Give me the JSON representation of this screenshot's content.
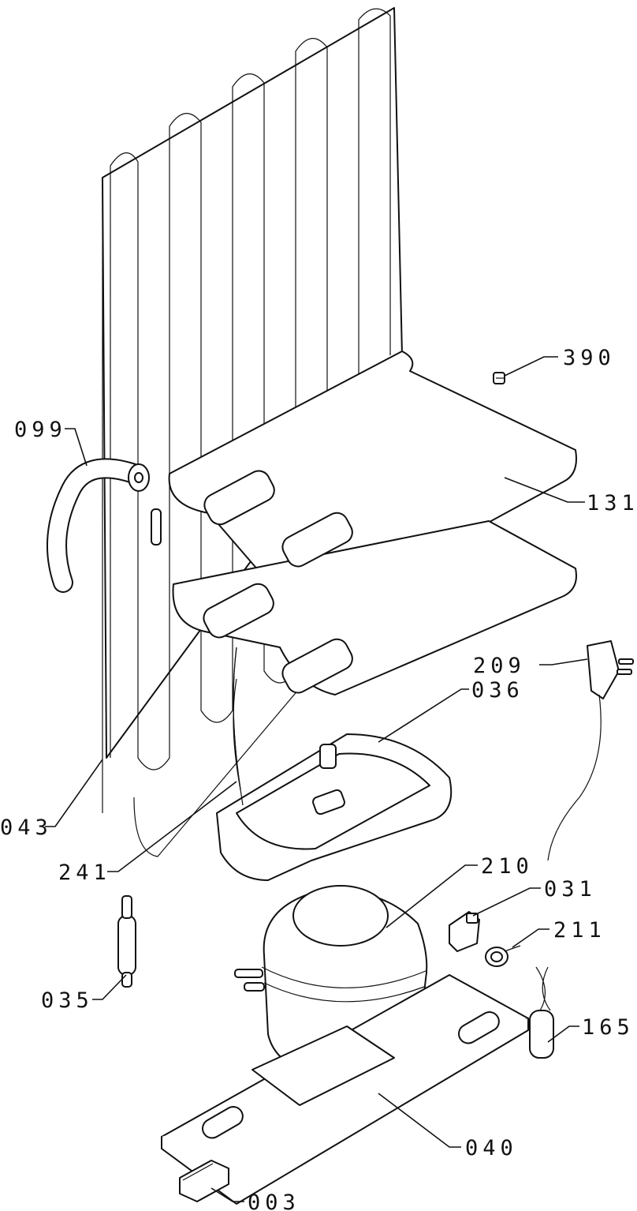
{
  "labels": {
    "p390": "390",
    "p099": "099",
    "p131": "131",
    "p209": "209",
    "p036": "036",
    "p043": "043",
    "p241": "241",
    "p210": "210",
    "p031": "031",
    "p211": "211",
    "p035": "035",
    "p165": "165",
    "p040": "040",
    "p003": "003"
  }
}
